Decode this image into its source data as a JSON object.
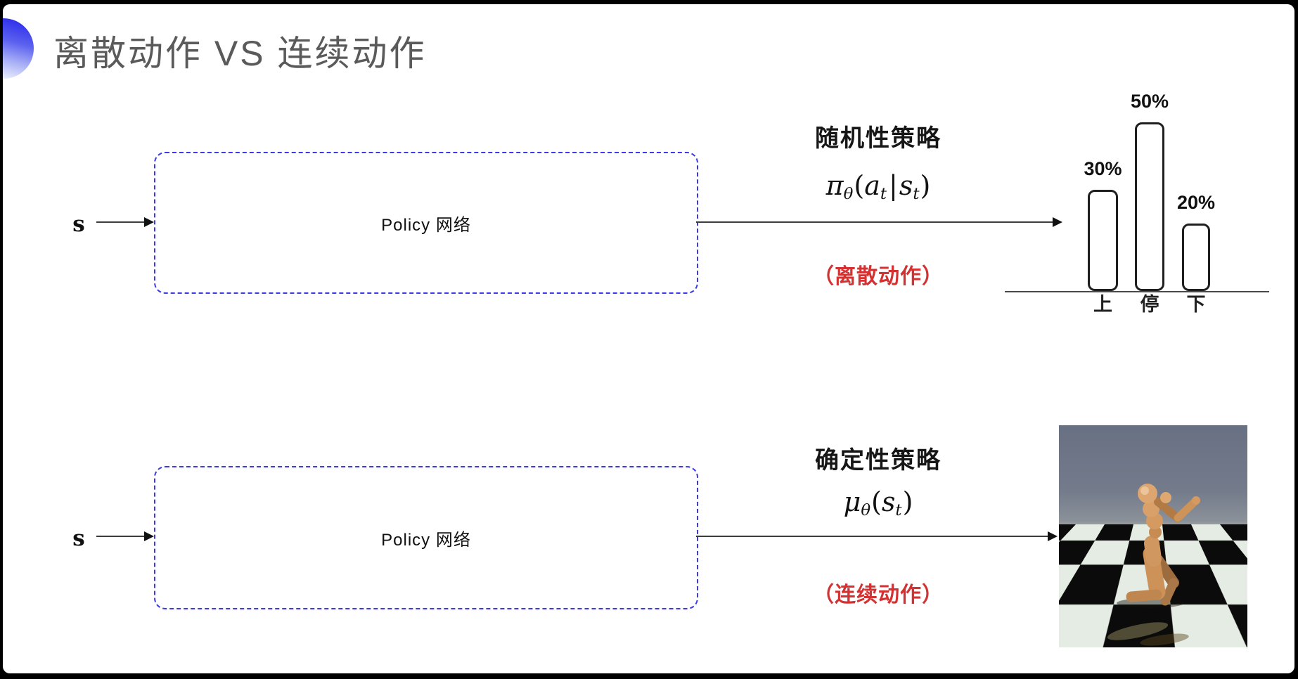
{
  "slide": {
    "title": "离散动作 VS 连续动作"
  },
  "stochastic_section": {
    "input_label": "s",
    "box_label": "Policy 网络",
    "policy_type": "随机性策略",
    "formula": {
      "pi": "π",
      "sub_theta": "θ",
      "open_paren": "(",
      "a": "a",
      "sub_t1": "t",
      "pipe": "|",
      "s": "s",
      "sub_t2": "t",
      "close_paren": ")"
    },
    "action_note": "（离散动作）"
  },
  "deterministic_section": {
    "input_label": "s",
    "box_label": "Policy 网络",
    "policy_type": "确定性策略",
    "formula": {
      "mu": "μ",
      "sub_theta": "θ",
      "open_paren": "(",
      "s": "s",
      "sub_t": "t",
      "close_paren": ")"
    },
    "action_note": "（连续动作）"
  },
  "chart_data": {
    "type": "bar",
    "categories": [
      "上",
      "停",
      "下"
    ],
    "values": [
      30,
      50,
      20
    ],
    "value_labels": [
      "30%",
      "50%",
      "20%"
    ],
    "title": "",
    "xlabel": "",
    "ylabel": "",
    "ylim": [
      0,
      60
    ],
    "grid": false,
    "legend": false,
    "bar_fill": "#ffffff",
    "bar_border": "#1f1f1f"
  },
  "colors": {
    "accent_blue": "#3a3ae6",
    "note_red": "#d43232",
    "title_gray": "#5a5a5a"
  }
}
